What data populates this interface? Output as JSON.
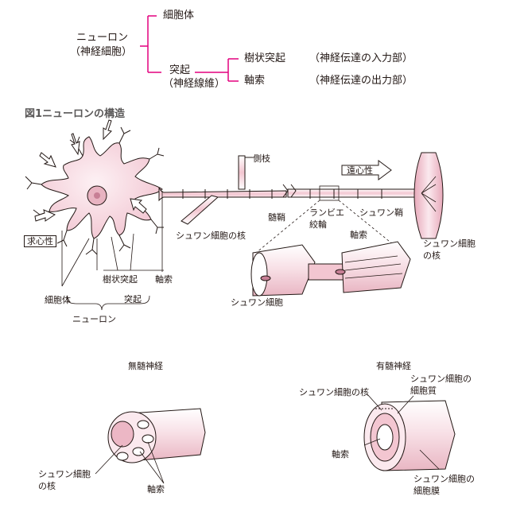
{
  "hierarchy": {
    "neuron": "ニューロン",
    "neuron_sub": "（神経細胞）",
    "cell_body": "細胞体",
    "process": "突起",
    "process_sub": "（神経線維）",
    "dendrite": "樹状突起",
    "dendrite_desc": "（神経伝達の入力部）",
    "axon": "軸索",
    "axon_desc": "（神経伝達の出力部）"
  },
  "figure1": {
    "caption": "図1ニューロンの構造",
    "collateral": "側枝",
    "centrifugal": "遠心性",
    "centripetal": "求心性",
    "myelin_sheath": "髄鞘",
    "node_of_ranvier": "ランビエ\n絞輪",
    "schwann_sheath": "シュワン鞘",
    "axon_label": "軸索",
    "schwann_nucleus_left": "シュワン細胞の核",
    "schwann_nucleus_right": "シュワン細胞\nの核",
    "schwann_cell": "シュワン細胞",
    "dendrites": "樹状突起",
    "process": "突起",
    "axon_bottom": "軸索",
    "cell_body": "細胞体",
    "neuron": "ニューロン"
  },
  "unmyelinated": {
    "title": "無髄神経",
    "schwann_nucleus": "シュワン細胞\nの核",
    "axon": "軸索"
  },
  "myelinated": {
    "title": "有髄神経",
    "schwann_nucleus": "シュワン細胞の核",
    "cytoplasm": "シュワン細胞の\n細胞質",
    "axon": "軸索",
    "membrane": "シュワン細胞の\n細胞膜"
  },
  "colors": {
    "line": "#231815",
    "accent": "#e4007f",
    "pink": "#f6d5dc",
    "pink_dark": "#d98aa0",
    "gray": "#c9c9ca",
    "caption_gray": "#595757"
  }
}
